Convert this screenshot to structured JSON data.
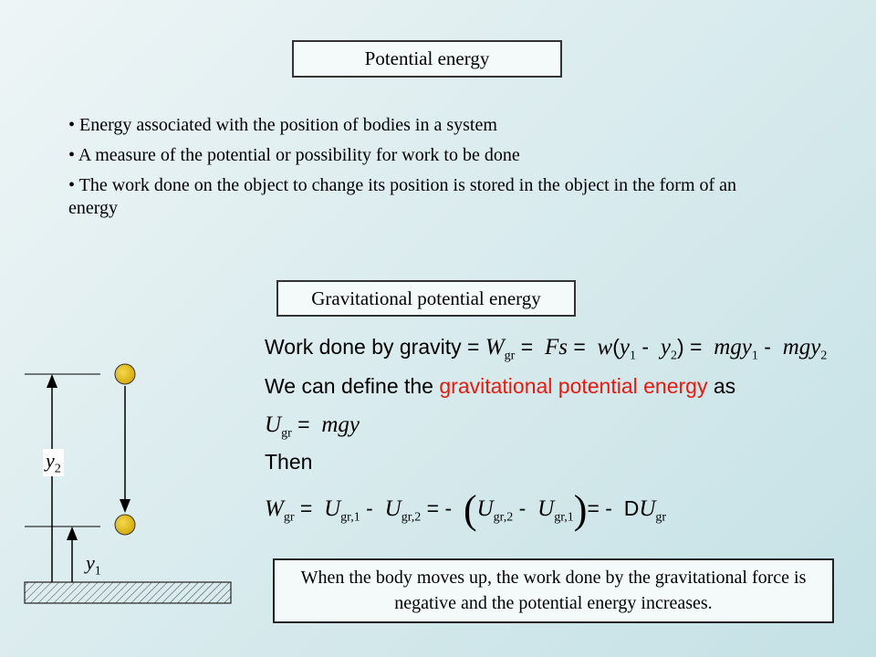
{
  "title": "Potential energy",
  "bullets": [
    "Energy associated with the position of bodies in a system",
    "A measure of the potential or possibility for work to be done",
    "The work done on the object to change its position is stored in the object in the form of an energy"
  ],
  "subtitle": "Gravitational potential energy",
  "equations": {
    "line1_prefix": "Work done by gravity = ",
    "line2_prefix": "We can define the ",
    "line2_highlight": "gravitational potential energy",
    "line2_suffix": " as",
    "line4": "Then"
  },
  "diagram": {
    "y2_label": "y",
    "y2_sub": "2",
    "y1_label": "y",
    "y1_sub": "1"
  },
  "note": "When the body moves up, the work done by the gravitational force is negative and the potential energy increases.",
  "colors": {
    "highlight": "#e8190f",
    "ball": "#e6c020",
    "box_bg": "#f4fafa"
  }
}
